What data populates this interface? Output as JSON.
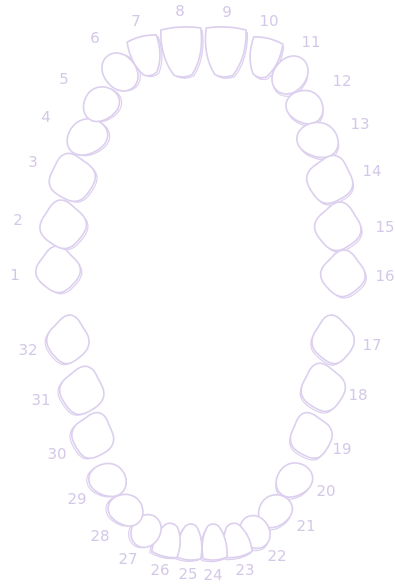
{
  "palette": {
    "outline": "#dcd0ee",
    "label": "#d4c8e8",
    "background": "#ffffff"
  },
  "upper_arch": {
    "teeth": [
      {
        "number": "1",
        "type": "molar"
      },
      {
        "number": "2",
        "type": "molar"
      },
      {
        "number": "3",
        "type": "molar"
      },
      {
        "number": "4",
        "type": "premolar"
      },
      {
        "number": "5",
        "type": "premolar"
      },
      {
        "number": "6",
        "type": "canine"
      },
      {
        "number": "7",
        "type": "lateral-incisor"
      },
      {
        "number": "8",
        "type": "central-incisor"
      },
      {
        "number": "9",
        "type": "central-incisor"
      },
      {
        "number": "10",
        "type": "lateral-incisor"
      },
      {
        "number": "11",
        "type": "canine"
      },
      {
        "number": "12",
        "type": "premolar"
      },
      {
        "number": "13",
        "type": "premolar"
      },
      {
        "number": "14",
        "type": "molar"
      },
      {
        "number": "15",
        "type": "molar"
      },
      {
        "number": "16",
        "type": "molar"
      }
    ]
  },
  "lower_arch": {
    "teeth": [
      {
        "number": "17",
        "type": "molar"
      },
      {
        "number": "18",
        "type": "molar"
      },
      {
        "number": "19",
        "type": "molar"
      },
      {
        "number": "20",
        "type": "premolar"
      },
      {
        "number": "21",
        "type": "premolar"
      },
      {
        "number": "22",
        "type": "canine"
      },
      {
        "number": "23",
        "type": "lateral-incisor"
      },
      {
        "number": "24",
        "type": "central-incisor"
      },
      {
        "number": "25",
        "type": "central-incisor"
      },
      {
        "number": "26",
        "type": "lateral-incisor"
      },
      {
        "number": "27",
        "type": "canine"
      },
      {
        "number": "28",
        "type": "premolar"
      },
      {
        "number": "29",
        "type": "premolar"
      },
      {
        "number": "30",
        "type": "molar"
      },
      {
        "number": "31",
        "type": "molar"
      },
      {
        "number": "32",
        "type": "molar"
      }
    ]
  }
}
